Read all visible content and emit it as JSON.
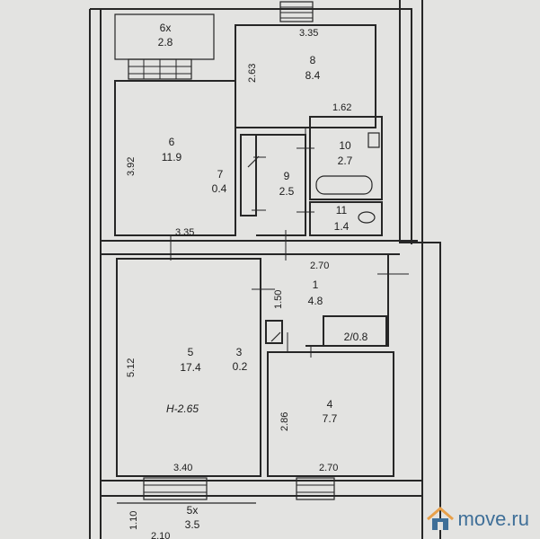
{
  "rooms": [
    {
      "id": "r6x",
      "number": "6x",
      "area": "2.8"
    },
    {
      "id": "r8",
      "number": "8",
      "area": "8.4"
    },
    {
      "id": "r6",
      "number": "6",
      "area": "11.9"
    },
    {
      "id": "r7",
      "number": "7",
      "area": "0.4"
    },
    {
      "id": "r9",
      "number": "9",
      "area": "2.5"
    },
    {
      "id": "r10",
      "number": "10",
      "area": "2.7"
    },
    {
      "id": "r11",
      "number": "11",
      "area": "1.4"
    },
    {
      "id": "r1",
      "number": "1",
      "area": "4.8"
    },
    {
      "id": "r2",
      "label": "2/0.8"
    },
    {
      "id": "r3",
      "number": "3",
      "area": "0.2"
    },
    {
      "id": "r5",
      "number": "5",
      "area": "17.4"
    },
    {
      "id": "r4",
      "number": "4",
      "area": "7.7"
    },
    {
      "id": "r5x",
      "number": "5x",
      "area": "3.5"
    }
  ],
  "dimensions": [
    {
      "id": "d335a",
      "value": "3.35"
    },
    {
      "id": "d263",
      "value": "2.63"
    },
    {
      "id": "d162",
      "value": "1.62"
    },
    {
      "id": "d392",
      "value": "3.92"
    },
    {
      "id": "d335b",
      "value": "3.35"
    },
    {
      "id": "d270a",
      "value": "2.70"
    },
    {
      "id": "d150",
      "value": "1.50"
    },
    {
      "id": "d512",
      "value": "5.12"
    },
    {
      "id": "d286",
      "value": "2.86"
    },
    {
      "id": "d340",
      "value": "3.40"
    },
    {
      "id": "d270b",
      "value": "2.70"
    },
    {
      "id": "d110",
      "value": "1.10"
    },
    {
      "id": "d210",
      "value": "2.10"
    }
  ],
  "ceiling_height": "H-2.65",
  "watermark": {
    "text": "move.ru",
    "color": "#3f6f98",
    "icon": "house-icon"
  }
}
